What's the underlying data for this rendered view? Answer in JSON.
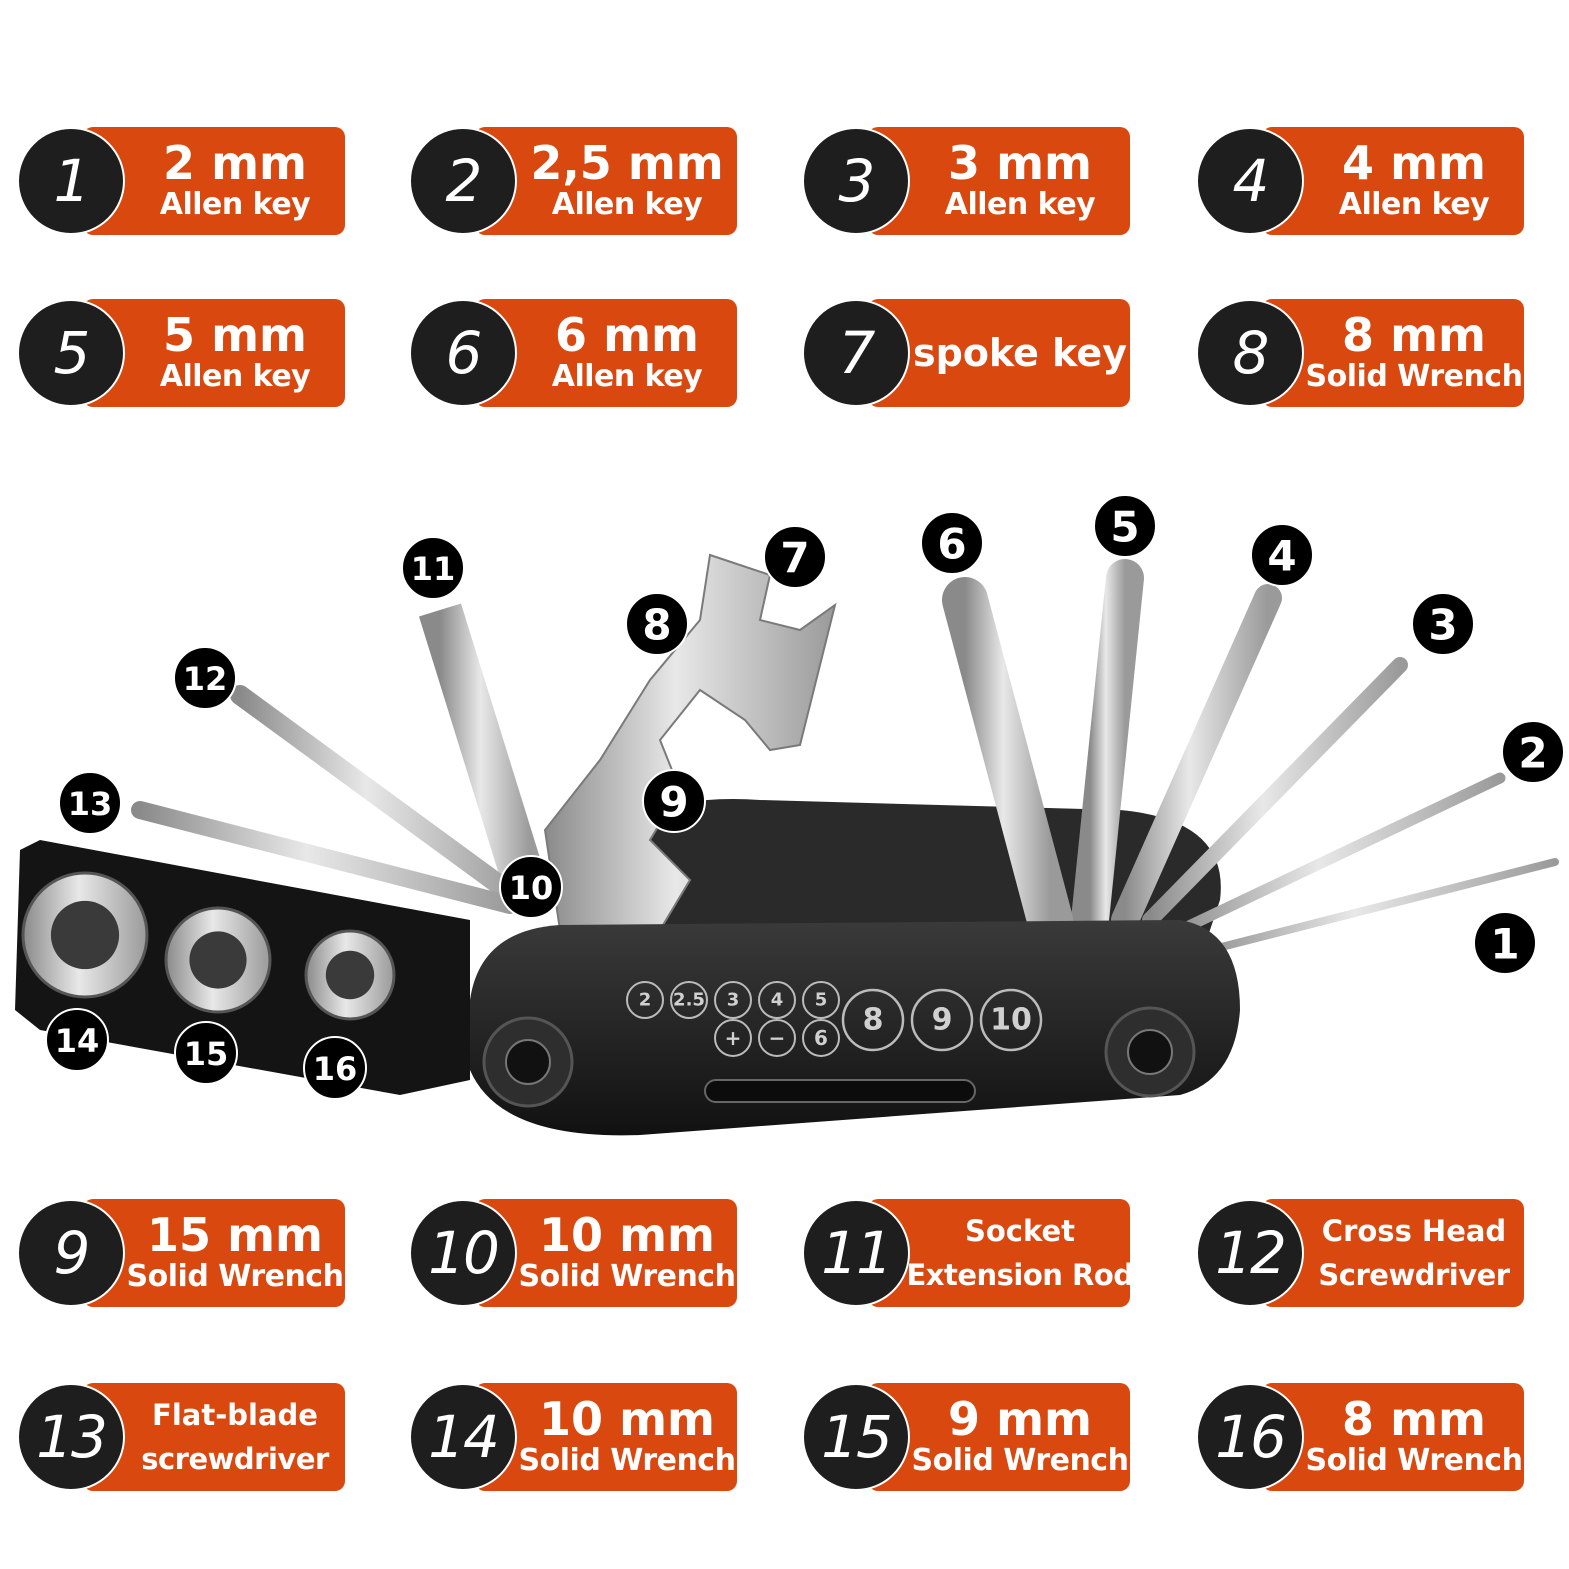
{
  "labels": [
    {
      "num": "1",
      "line1": "2 mm",
      "line2": "Allen key"
    },
    {
      "num": "2",
      "line1": "2,5 mm",
      "line2": "Allen key"
    },
    {
      "num": "3",
      "line1": "3 mm",
      "line2": "Allen key"
    },
    {
      "num": "4",
      "line1": "4 mm",
      "line2": "Allen key"
    },
    {
      "num": "5",
      "line1": "5 mm",
      "line2": "Allen key"
    },
    {
      "num": "6",
      "line1": "6 mm",
      "line2": "Allen key"
    },
    {
      "num": "7",
      "line1": "spoke key",
      "line2": ""
    },
    {
      "num": "8",
      "line1": "8 mm",
      "line2": "Solid Wrench"
    },
    {
      "num": "9",
      "line1": "15 mm",
      "line2": "Solid Wrench"
    },
    {
      "num": "10",
      "line1": "10 mm",
      "line2": "Solid Wrench"
    },
    {
      "num": "11",
      "line1": "Socket",
      "line2": "Extension Rod"
    },
    {
      "num": "12",
      "line1": "Cross Head",
      "line2": "Screwdriver"
    },
    {
      "num": "13",
      "line1": "Flat-blade",
      "line2": "screwdriver"
    },
    {
      "num": "14",
      "line1": "10 mm",
      "line2": "Solid Wrench"
    },
    {
      "num": "15",
      "line1": "9 mm",
      "line2": "Solid Wrench"
    },
    {
      "num": "16",
      "line1": "8 mm",
      "line2": "Solid Wrench"
    }
  ],
  "callouts": [
    "1",
    "2",
    "3",
    "4",
    "5",
    "6",
    "7",
    "8",
    "9",
    "10",
    "11",
    "12",
    "13",
    "14",
    "15",
    "16"
  ],
  "engraving": {
    "row1": [
      "2",
      "2.5",
      "3",
      "4",
      "5"
    ],
    "row2": [
      "+",
      "−",
      "6"
    ],
    "large": [
      "8",
      "9",
      "10"
    ]
  },
  "colors": {
    "accent": "#d9480f",
    "circle": "#1e1e1e",
    "body": "#1c1c1c",
    "metal": "#c8c8c8"
  }
}
